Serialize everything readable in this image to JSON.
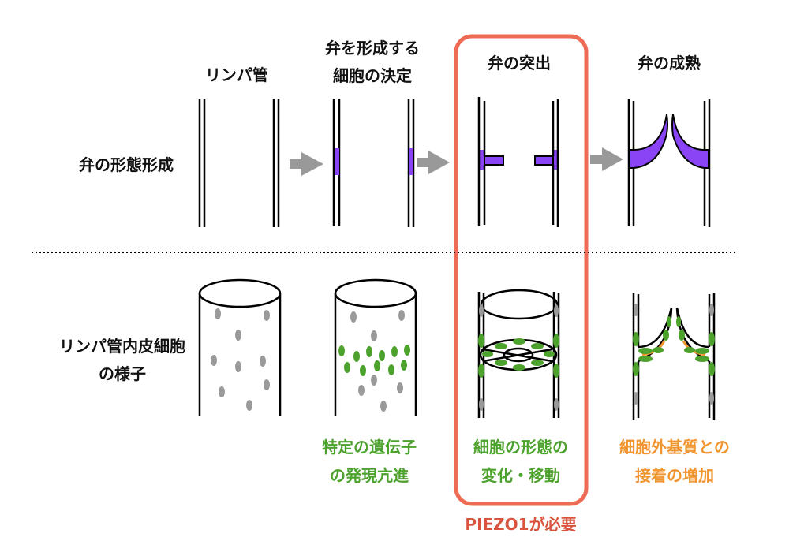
{
  "columns": {
    "lymph_vessel": "リンパ管",
    "fate_line1": "弁を形成する",
    "fate_line2": "細胞の決定",
    "protrusion": "弁の突出",
    "maturation": "弁の成熟"
  },
  "rows": {
    "morphogenesis": "弁の形態形成",
    "cells_line1": "リンパ管内皮細胞",
    "cells_line2": "の様子"
  },
  "captions": {
    "gene_line1": "特定の遺伝子",
    "gene_line2": "の発現亢進",
    "shape_line1": "細胞の形態の",
    "shape_line2": "変化・移動",
    "ecm_line1": "細胞外基質との",
    "ecm_line2": "接着の増加",
    "piezo": "PIEZO1が必要"
  },
  "colors": {
    "valve": "#8b44f5",
    "cell_green": "#4ca22c",
    "ecm_orange": "#f0952f",
    "highlight_red": "#ee6b55",
    "arrow_gray": "#999999"
  }
}
